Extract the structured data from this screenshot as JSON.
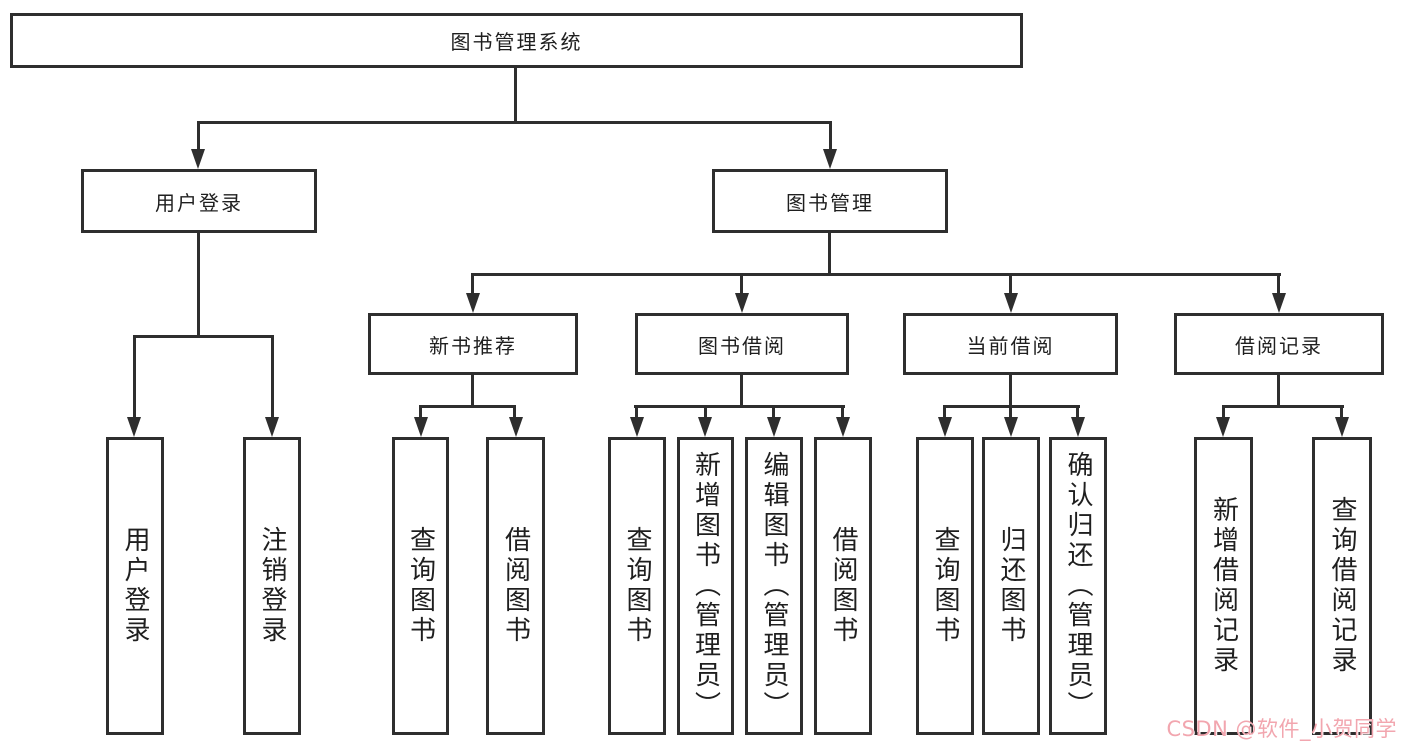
{
  "tree": {
    "root": "图书管理系统",
    "children": [
      {
        "label": "用户登录",
        "children": [
          "用户登录",
          "注销登录"
        ]
      },
      {
        "label": "图书管理",
        "children": [
          {
            "label": "新书推荐",
            "children": [
              "查询图书",
              "借阅图书"
            ]
          },
          {
            "label": "图书借阅",
            "children": [
              "查询图书",
              "新增图书（管理员）",
              "编辑图书（管理员）",
              "借阅图书"
            ]
          },
          {
            "label": "当前借阅",
            "children": [
              "查询图书",
              "归还图书",
              "确认归还（管理员）"
            ]
          },
          {
            "label": "借阅记录",
            "children": [
              "新增借阅记录",
              "查询借阅记录"
            ]
          }
        ]
      }
    ]
  },
  "watermark": {
    "text": "CSDN @软件_小贺同学",
    "color": "#f2a6af"
  },
  "colors": {
    "line": "#2e2e2e",
    "box_border": "#2e2e2e",
    "text": "#1f1f1f",
    "background": "#ffffff"
  }
}
